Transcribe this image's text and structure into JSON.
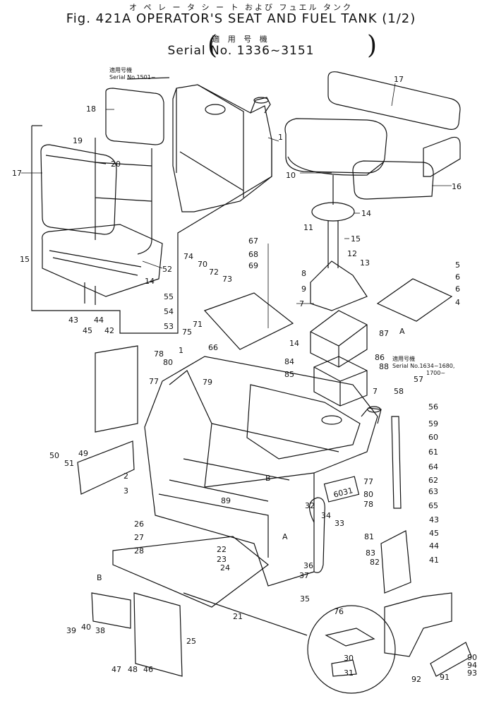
{
  "header": {
    "kana": "オ ペ レ ー タ シ ー ト および フュエル タンク",
    "title": "Fig. 421A OPERATOR'S SEAT AND FUEL TANK (1/2)",
    "serial_kana": "適 用 号 機",
    "serial": "Serial No. 1336~3151"
  },
  "notes": {
    "upper_left_kana": "適用号機",
    "upper_left_serial": "Serial No.1501~",
    "right_kana": "適用号機",
    "right_serial": "Serial No.1634~1680,",
    "right_serial_2": "1700~"
  },
  "plate_text": "6031",
  "callouts": [
    {
      "id": "c17r",
      "text": "17"
    },
    {
      "id": "c1a",
      "text": "1"
    },
    {
      "id": "c18",
      "text": "18"
    },
    {
      "id": "c19",
      "text": "19"
    },
    {
      "id": "c20",
      "text": "20"
    },
    {
      "id": "c17l",
      "text": "17"
    },
    {
      "id": "c10",
      "text": "10"
    },
    {
      "id": "c16",
      "text": "16"
    },
    {
      "id": "c14a",
      "text": "14"
    },
    {
      "id": "c15r",
      "text": "15"
    },
    {
      "id": "c11",
      "text": "11"
    },
    {
      "id": "c12",
      "text": "12"
    },
    {
      "id": "c13",
      "text": "13"
    },
    {
      "id": "c8a",
      "text": "8"
    },
    {
      "id": "c9",
      "text": "9"
    },
    {
      "id": "c7a",
      "text": "7"
    },
    {
      "id": "c5",
      "text": "5"
    },
    {
      "id": "c6a",
      "text": "6"
    },
    {
      "id": "c6b",
      "text": "6"
    },
    {
      "id": "c4",
      "text": "4"
    },
    {
      "id": "cA1",
      "text": "A"
    },
    {
      "id": "c15l",
      "text": "15"
    },
    {
      "id": "c14b",
      "text": "14"
    },
    {
      "id": "c52",
      "text": "52"
    },
    {
      "id": "c55",
      "text": "55"
    },
    {
      "id": "c54",
      "text": "54"
    },
    {
      "id": "c53",
      "text": "53"
    },
    {
      "id": "c67",
      "text": "67"
    },
    {
      "id": "c68",
      "text": "68"
    },
    {
      "id": "c69",
      "text": "69"
    },
    {
      "id": "c74",
      "text": "74"
    },
    {
      "id": "c70",
      "text": "70"
    },
    {
      "id": "c72",
      "text": "72"
    },
    {
      "id": "c73",
      "text": "73"
    },
    {
      "id": "c75",
      "text": "75"
    },
    {
      "id": "c71",
      "text": "71"
    },
    {
      "id": "c66",
      "text": "66"
    },
    {
      "id": "c87",
      "text": "87"
    },
    {
      "id": "c14c",
      "text": "14"
    },
    {
      "id": "c84",
      "text": "84"
    },
    {
      "id": "c85",
      "text": "85"
    },
    {
      "id": "c86",
      "text": "86"
    },
    {
      "id": "c88",
      "text": "88"
    },
    {
      "id": "c7b",
      "text": "7"
    },
    {
      "id": "c43a",
      "text": "43"
    },
    {
      "id": "c45a",
      "text": "45"
    },
    {
      "id": "c44a",
      "text": "44"
    },
    {
      "id": "c42",
      "text": "42"
    },
    {
      "id": "c78a",
      "text": "78"
    },
    {
      "id": "c80a",
      "text": "80"
    },
    {
      "id": "c1b",
      "text": "1"
    },
    {
      "id": "c77a",
      "text": "77"
    },
    {
      "id": "c79",
      "text": "79"
    },
    {
      "id": "c58",
      "text": "58"
    },
    {
      "id": "c57",
      "text": "57"
    },
    {
      "id": "c56",
      "text": "56"
    },
    {
      "id": "c59",
      "text": "59"
    },
    {
      "id": "c60",
      "text": "60"
    },
    {
      "id": "c61",
      "text": "61"
    },
    {
      "id": "c64",
      "text": "64"
    },
    {
      "id": "c62",
      "text": "62"
    },
    {
      "id": "c63",
      "text": "63"
    },
    {
      "id": "c65",
      "text": "65"
    },
    {
      "id": "c50",
      "text": "50"
    },
    {
      "id": "c51",
      "text": "51"
    },
    {
      "id": "c49",
      "text": "49"
    },
    {
      "id": "c2",
      "text": "2"
    },
    {
      "id": "c3",
      "text": "3"
    },
    {
      "id": "cB1",
      "text": "B"
    },
    {
      "id": "c77b",
      "text": "77"
    },
    {
      "id": "c80b",
      "text": "80"
    },
    {
      "id": "c78b",
      "text": "78"
    },
    {
      "id": "c89",
      "text": "89"
    },
    {
      "id": "c26",
      "text": "26"
    },
    {
      "id": "c27",
      "text": "27"
    },
    {
      "id": "c28",
      "text": "28"
    },
    {
      "id": "c32",
      "text": "32"
    },
    {
      "id": "c34",
      "text": "34"
    },
    {
      "id": "c33",
      "text": "33"
    },
    {
      "id": "cA2",
      "text": "A"
    },
    {
      "id": "c81",
      "text": "81"
    },
    {
      "id": "c43b",
      "text": "43"
    },
    {
      "id": "c45b",
      "text": "45"
    },
    {
      "id": "c44b",
      "text": "44"
    },
    {
      "id": "c22",
      "text": "22"
    },
    {
      "id": "c23",
      "text": "23"
    },
    {
      "id": "c24",
      "text": "24"
    },
    {
      "id": "c36",
      "text": "36"
    },
    {
      "id": "c37",
      "text": "37"
    },
    {
      "id": "c83",
      "text": "83"
    },
    {
      "id": "c82",
      "text": "82"
    },
    {
      "id": "c41",
      "text": "41"
    },
    {
      "id": "cB2",
      "text": "B"
    },
    {
      "id": "c35",
      "text": "35"
    },
    {
      "id": "c21",
      "text": "21"
    },
    {
      "id": "c76",
      "text": "76"
    },
    {
      "id": "c39",
      "text": "39"
    },
    {
      "id": "c40",
      "text": "40"
    },
    {
      "id": "c38",
      "text": "38"
    },
    {
      "id": "c25",
      "text": "25"
    },
    {
      "id": "c30",
      "text": "30"
    },
    {
      "id": "c31",
      "text": "31"
    },
    {
      "id": "c47",
      "text": "47"
    },
    {
      "id": "c48",
      "text": "48"
    },
    {
      "id": "c46",
      "text": "46"
    },
    {
      "id": "c90",
      "text": "90"
    },
    {
      "id": "c94",
      "text": "94"
    },
    {
      "id": "c93",
      "text": "93"
    },
    {
      "id": "c92",
      "text": "92"
    },
    {
      "id": "c91",
      "text": "91"
    }
  ]
}
